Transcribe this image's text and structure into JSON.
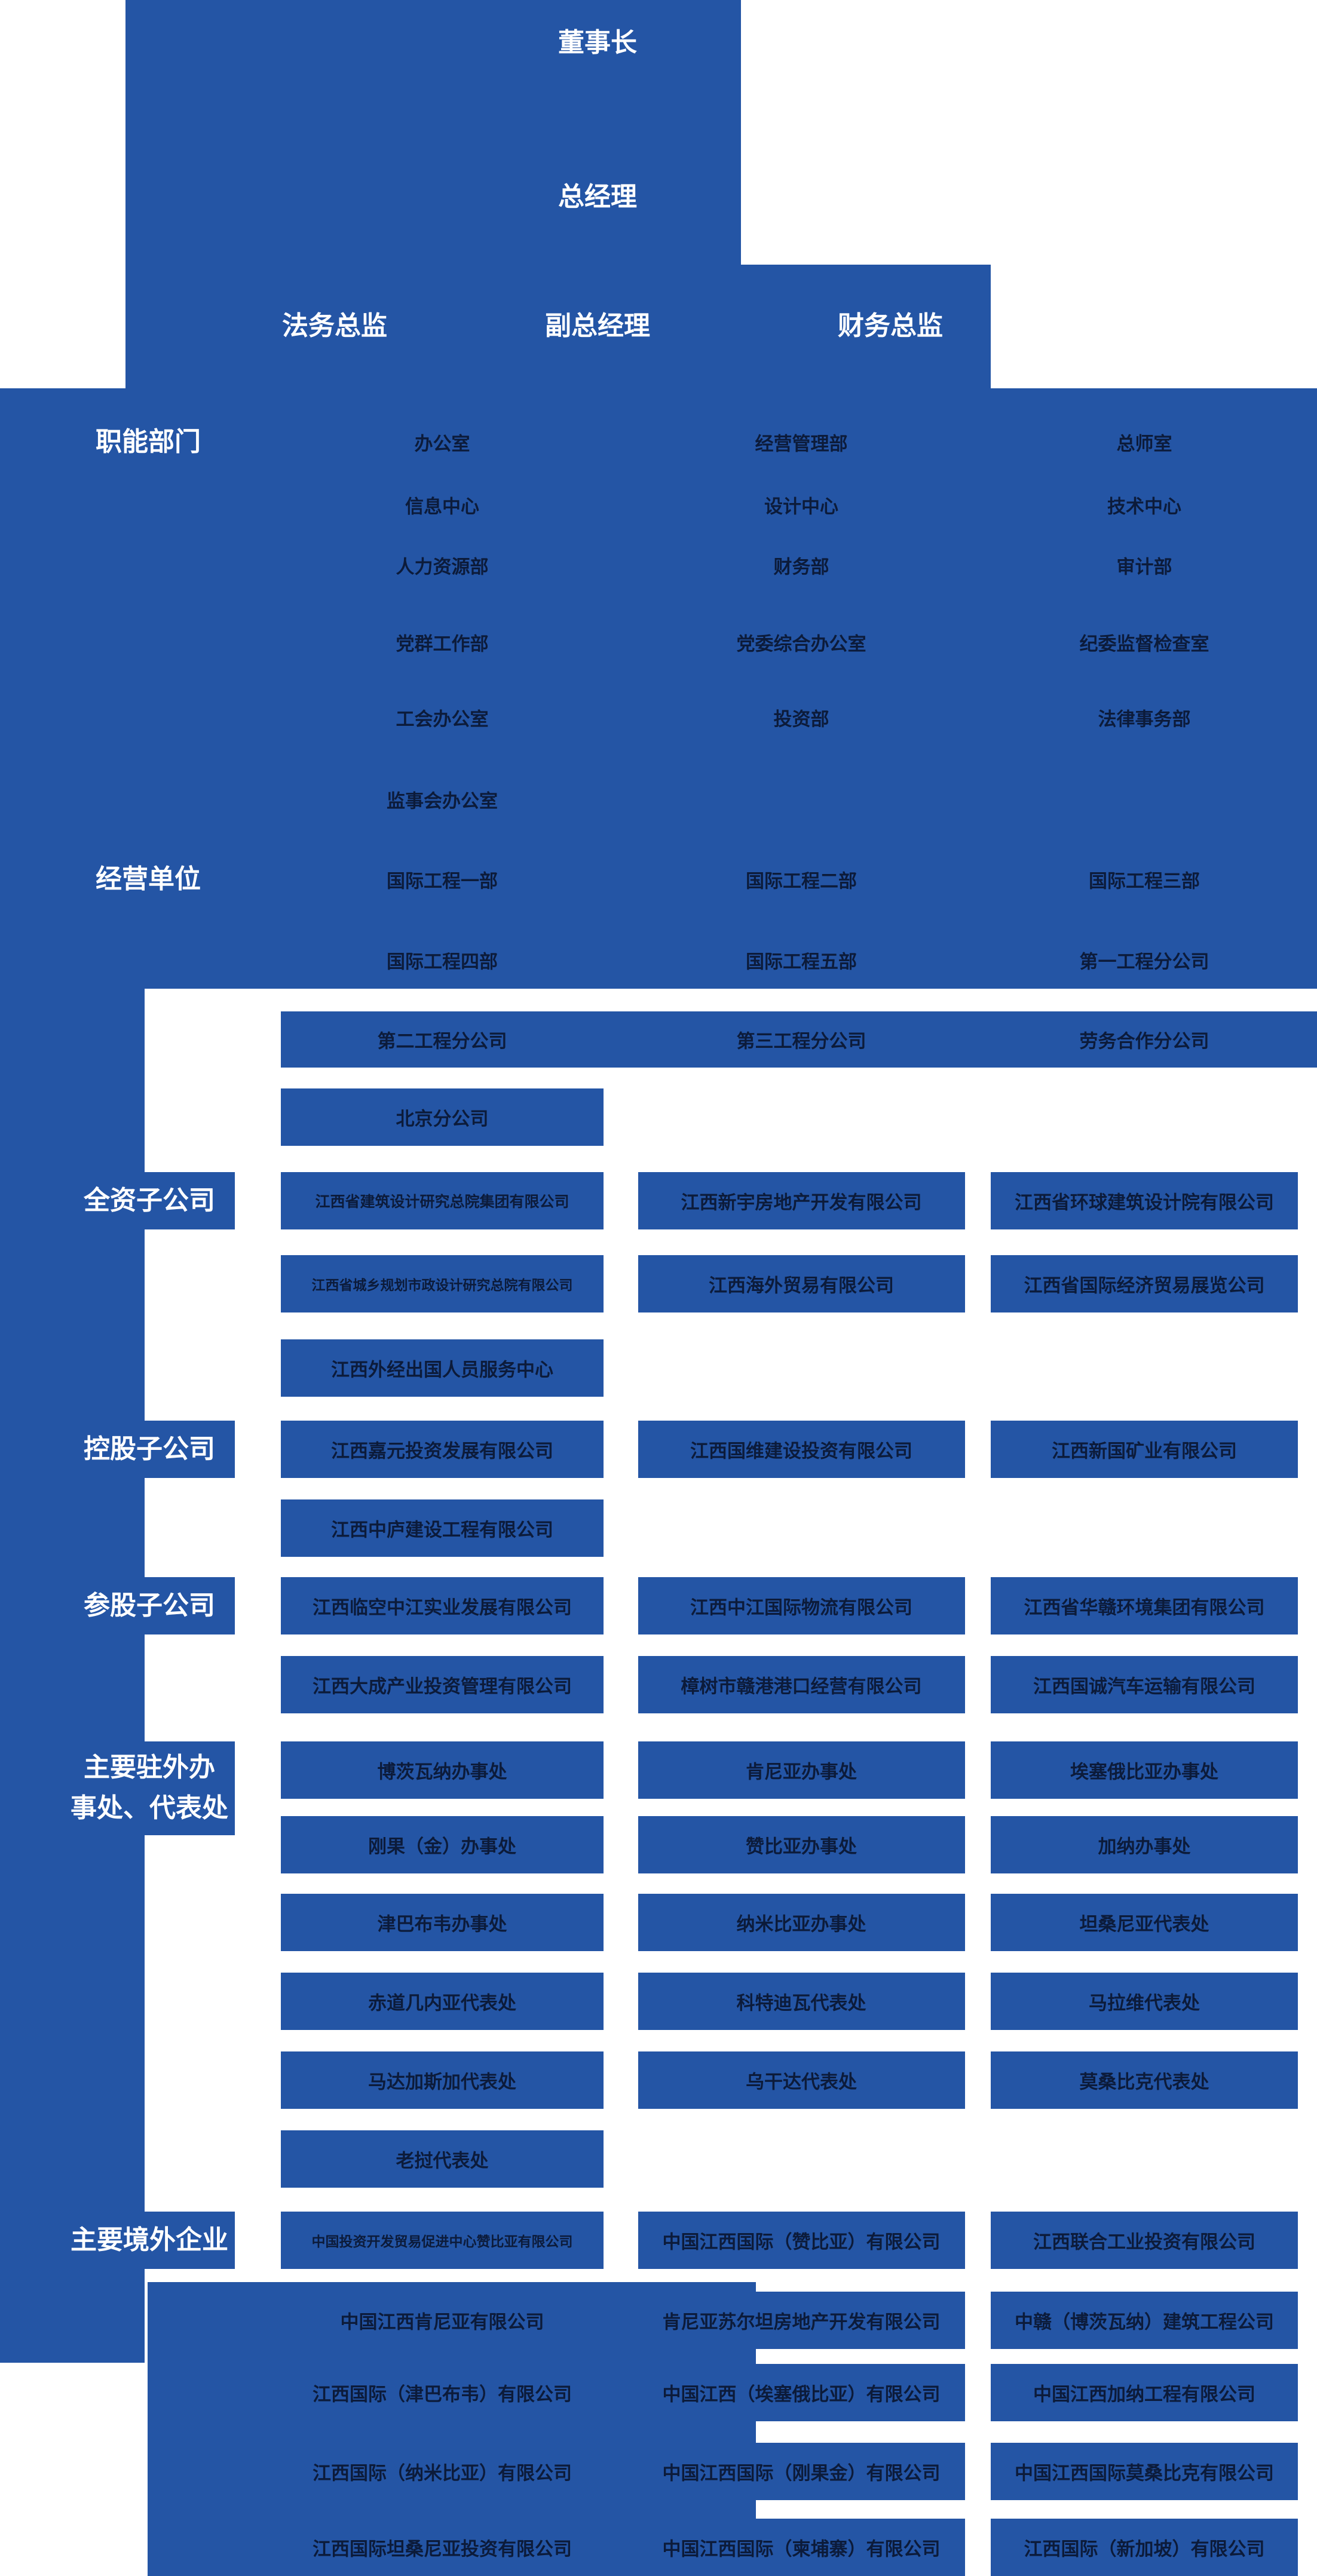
{
  "colors": {
    "primary_blue": "#2455A5",
    "text_dark": "#0C1B3A",
    "text_light": "#FFFFFF"
  },
  "top": {
    "chairman": "董事长",
    "general_manager": "总经理",
    "legal_director": "法务总监",
    "deputy_general_manager": "副总经理",
    "finance_director": "财务总监"
  },
  "sections": [
    {
      "label": "职能部门",
      "rows": [
        [
          "办公室",
          "经营管理部",
          "总师室"
        ],
        [
          "信息中心",
          "设计中心",
          "技术中心"
        ],
        [
          "人力资源部",
          "财务部",
          "审计部"
        ],
        [
          "党群工作部",
          "党委综合办公室",
          "纪委监督检查室"
        ],
        [
          "工会办公室",
          "投资部",
          "法律事务部"
        ],
        [
          "监事会办公室",
          "",
          ""
        ]
      ]
    },
    {
      "label": "经营单位",
      "rows": [
        [
          "国际工程一部",
          "国际工程二部",
          "国际工程三部"
        ],
        [
          "国际工程四部",
          "国际工程五部",
          "第一工程分公司"
        ],
        [
          "第二工程分公司",
          "第三工程分公司",
          "劳务合作分公司"
        ],
        [
          "北京分公司",
          "",
          ""
        ]
      ]
    },
    {
      "label": "全资子公司",
      "rows": [
        [
          "江西省建筑设计研究总院集团有限公司",
          "江西新宇房地产开发有限公司",
          "江西省环球建筑设计院有限公司"
        ],
        [
          "江西省城乡规划市政设计研究总院有限公司",
          "江西海外贸易有限公司",
          "江西省国际经济贸易展览公司"
        ],
        [
          "江西外经出国人员服务中心",
          "",
          ""
        ]
      ]
    },
    {
      "label": "控股子公司",
      "rows": [
        [
          "江西嘉元投资发展有限公司",
          "江西国维建设投资有限公司",
          "江西新国矿业有限公司"
        ],
        [
          "江西中庐建设工程有限公司",
          "",
          ""
        ]
      ]
    },
    {
      "label": "参股子公司",
      "rows": [
        [
          "江西临空中江实业发展有限公司",
          "江西中江国际物流有限公司",
          "江西省华赣环境集团有限公司"
        ],
        [
          "江西大成产业投资管理有限公司",
          "樟树市赣港港口经营有限公司",
          "江西国诚汽车运输有限公司"
        ]
      ]
    },
    {
      "label": "主要驻外办事处、代表处",
      "label_lines": [
        "主要驻外办",
        "事处、代表处"
      ],
      "rows": [
        [
          "博茨瓦纳办事处",
          "肯尼亚办事处",
          "埃塞俄比亚办事处"
        ],
        [
          "刚果（金）办事处",
          "赞比亚办事处",
          "加纳办事处"
        ],
        [
          "津巴布韦办事处",
          "纳米比亚办事处",
          "坦桑尼亚代表处"
        ],
        [
          "赤道几内亚代表处",
          "科特迪瓦代表处",
          "马拉维代表处"
        ],
        [
          "马达加斯加代表处",
          "乌干达代表处",
          "莫桑比克代表处"
        ],
        [
          "老挝代表处",
          "",
          ""
        ]
      ]
    },
    {
      "label": "主要境外企业",
      "rows": [
        [
          "中国投资开发贸易促进中心赞比亚有限公司",
          "中国江西国际（赞比亚）有限公司",
          "江西联合工业投资有限公司"
        ],
        [
          "中国江西肯尼亚有限公司",
          "肯尼亚苏尔坦房地产开发有限公司",
          "中赣（博茨瓦纳）建筑工程公司"
        ],
        [
          "江西国际（津巴布韦）有限公司",
          "中国江西（埃塞俄比亚）有限公司",
          "中国江西加纳工程有限公司"
        ],
        [
          "江西国际（纳米比亚）有限公司",
          "中国江西国际（刚果金）有限公司",
          "中国江西国际莫桑比克有限公司"
        ],
        [
          "江西国际坦桑尼亚投资有限公司",
          "中国江西国际（柬埔寨）有限公司",
          "江西国际（新加坡）有限公司"
        ]
      ]
    }
  ]
}
